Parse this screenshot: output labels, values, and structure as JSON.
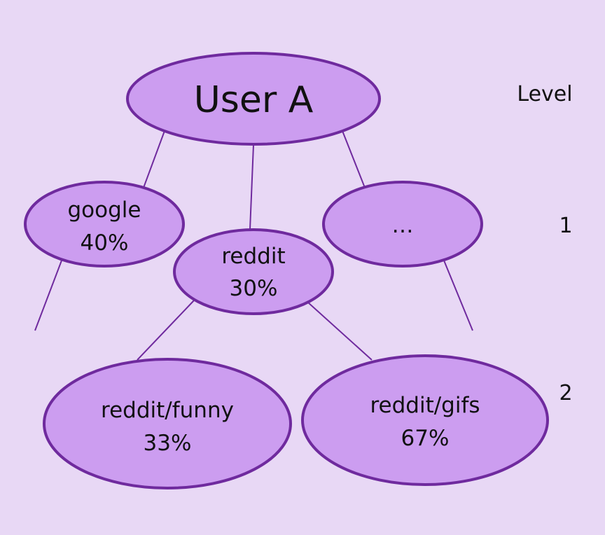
{
  "nodes": {
    "root": {
      "label": "User A"
    },
    "google": {
      "label": "google",
      "pct": "40%"
    },
    "reddit": {
      "label": "reddit",
      "pct": "30%"
    },
    "more": {
      "label": "…"
    },
    "funny": {
      "label": "reddit/funny",
      "pct": "33%"
    },
    "gifs": {
      "label": "reddit/gifs",
      "pct": "67%"
    }
  },
  "levels": {
    "header": "Level",
    "l1": "1",
    "l2": "2"
  },
  "colors": {
    "background": "#e8d8f5",
    "node_fill": "#cc9df0",
    "node_stroke": "#6f2a9e"
  }
}
